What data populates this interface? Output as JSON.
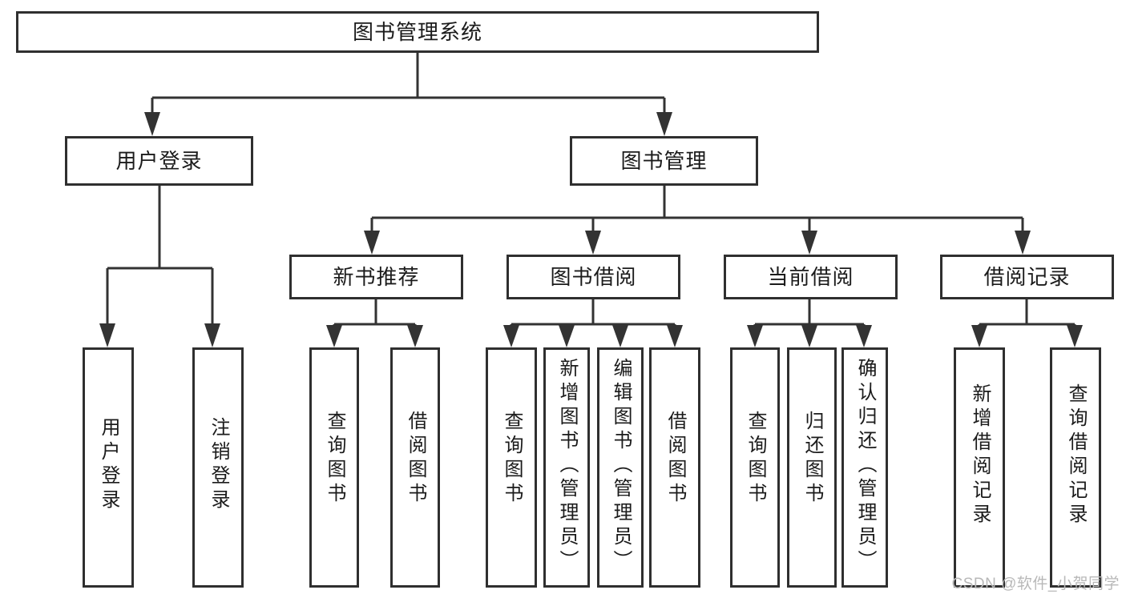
{
  "diagram": {
    "title": "图书管理系统",
    "type": "功能结构图",
    "watermark": "CSDN @软件_小贺同学",
    "colors": {
      "box_border": "#2f2f2f",
      "connector": "#333333",
      "background": "#ffffff",
      "text": "#1b1b1b",
      "watermark": "#b8b8b8"
    }
  },
  "nodes": {
    "root": {
      "label": "图书管理系统"
    },
    "level2": [
      {
        "id": "user-login",
        "label": "用户登录"
      },
      {
        "id": "book-manage",
        "label": "图书管理"
      }
    ],
    "level3": [
      {
        "id": "new-book-recommend",
        "label": "新书推荐"
      },
      {
        "id": "book-borrow",
        "label": "图书借阅"
      },
      {
        "id": "current-borrow",
        "label": "当前借阅"
      },
      {
        "id": "borrow-record",
        "label": "借阅记录"
      }
    ],
    "leaves": {
      "user-login": [
        {
          "id": "leaf-user-login",
          "label": "用户登录"
        },
        {
          "id": "leaf-user-logout",
          "label": "注销登录"
        }
      ],
      "new-book-recommend": [
        {
          "id": "leaf-query-book-1",
          "label": "查询图书"
        },
        {
          "id": "leaf-borrow-book-1",
          "label": "借阅图书"
        }
      ],
      "book-borrow": [
        {
          "id": "leaf-query-book-2",
          "label": "查询图书"
        },
        {
          "id": "leaf-add-book",
          "label": "新增图书（管理员）"
        },
        {
          "id": "leaf-edit-book",
          "label": "编辑图书（管理员）"
        },
        {
          "id": "leaf-borrow-book-2",
          "label": "借阅图书"
        }
      ],
      "current-borrow": [
        {
          "id": "leaf-query-book-3",
          "label": "查询图书"
        },
        {
          "id": "leaf-return-book",
          "label": "归还图书"
        },
        {
          "id": "leaf-confirm-return",
          "label": "确认归还（管理员）"
        }
      ],
      "borrow-record": [
        {
          "id": "leaf-add-record",
          "label": "新增借阅记录"
        },
        {
          "id": "leaf-query-record",
          "label": "查询借阅记录"
        }
      ]
    }
  }
}
